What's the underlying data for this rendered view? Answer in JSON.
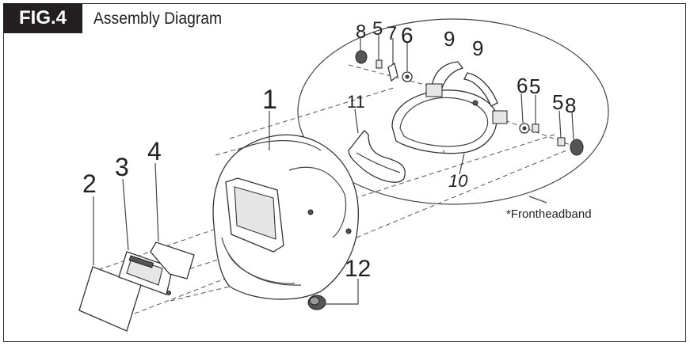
{
  "figure": {
    "badge": "FIG.4",
    "title": "Assembly Diagram"
  },
  "callouts": {
    "c1": "1",
    "c2": "2",
    "c3": "3",
    "c4": "4",
    "c5a": "5",
    "c7": "7",
    "c6a": "6",
    "c8a": "8",
    "c9a": "9",
    "c9b": "9",
    "c6b": "6",
    "c5b": "5",
    "c5c": "5",
    "c8b": "8",
    "c10": "10",
    "c11": "11",
    "c12": "12"
  },
  "inset_note": "*Frontheadband"
}
